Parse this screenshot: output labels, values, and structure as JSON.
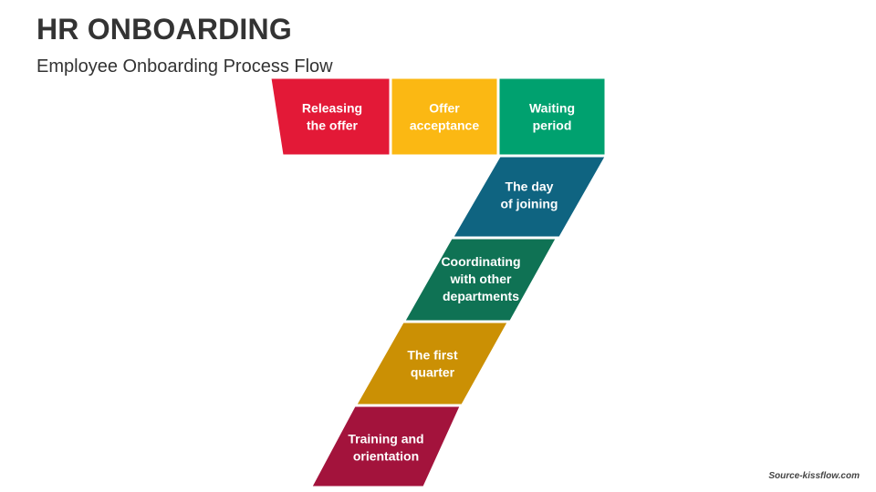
{
  "header": {
    "title": "HR ONBOARDING",
    "subtitle": "Employee Onboarding Process Flow"
  },
  "footer": {
    "source": "Source-kissflow.com"
  },
  "steps": [
    {
      "lines": [
        "Releasing",
        "the offer"
      ],
      "color": "#E31937"
    },
    {
      "lines": [
        "Offer",
        "acceptance"
      ],
      "color": "#FBB813"
    },
    {
      "lines": [
        "Waiting",
        "period"
      ],
      "color": "#00A16F"
    },
    {
      "lines": [
        "The day",
        "of joining"
      ],
      "color": "#0F6481"
    },
    {
      "lines": [
        "Coordinating",
        "with other",
        "departments"
      ],
      "color": "#0F7254"
    },
    {
      "lines": [
        "The first",
        "quarter"
      ],
      "color": "#CB9004"
    },
    {
      "lines": [
        "Training and",
        "orientation"
      ],
      "color": "#A3133C"
    }
  ]
}
